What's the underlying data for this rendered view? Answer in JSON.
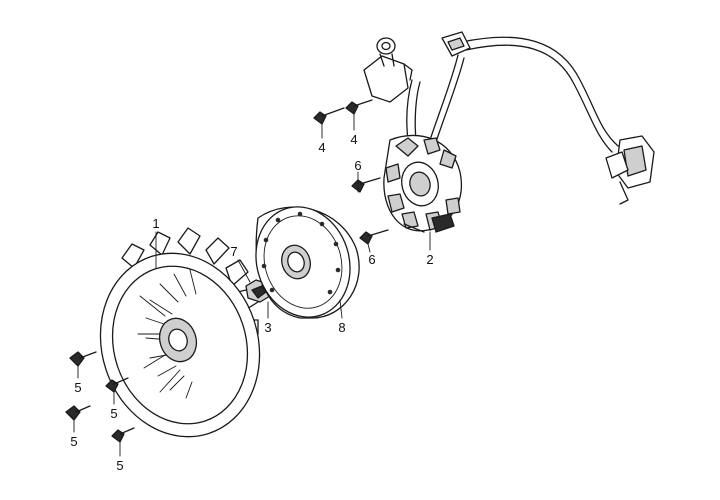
{
  "callouts": [
    {
      "id": "fan",
      "number": "1"
    },
    {
      "id": "stator",
      "number": "2"
    },
    {
      "id": "center-washer",
      "number": "3"
    },
    {
      "id": "stator-bolt-a",
      "number": "4"
    },
    {
      "id": "stator-bolt-b",
      "number": "4"
    },
    {
      "id": "fan-bolt-a",
      "number": "5"
    },
    {
      "id": "fan-bolt-b",
      "number": "5"
    },
    {
      "id": "fan-bolt-c",
      "number": "5"
    },
    {
      "id": "fan-bolt-d",
      "number": "5"
    },
    {
      "id": "coil-bolt-a",
      "number": "6"
    },
    {
      "id": "coil-bolt-b",
      "number": "6"
    },
    {
      "id": "nut",
      "number": "7"
    },
    {
      "id": "flywheel",
      "number": "8"
    }
  ]
}
